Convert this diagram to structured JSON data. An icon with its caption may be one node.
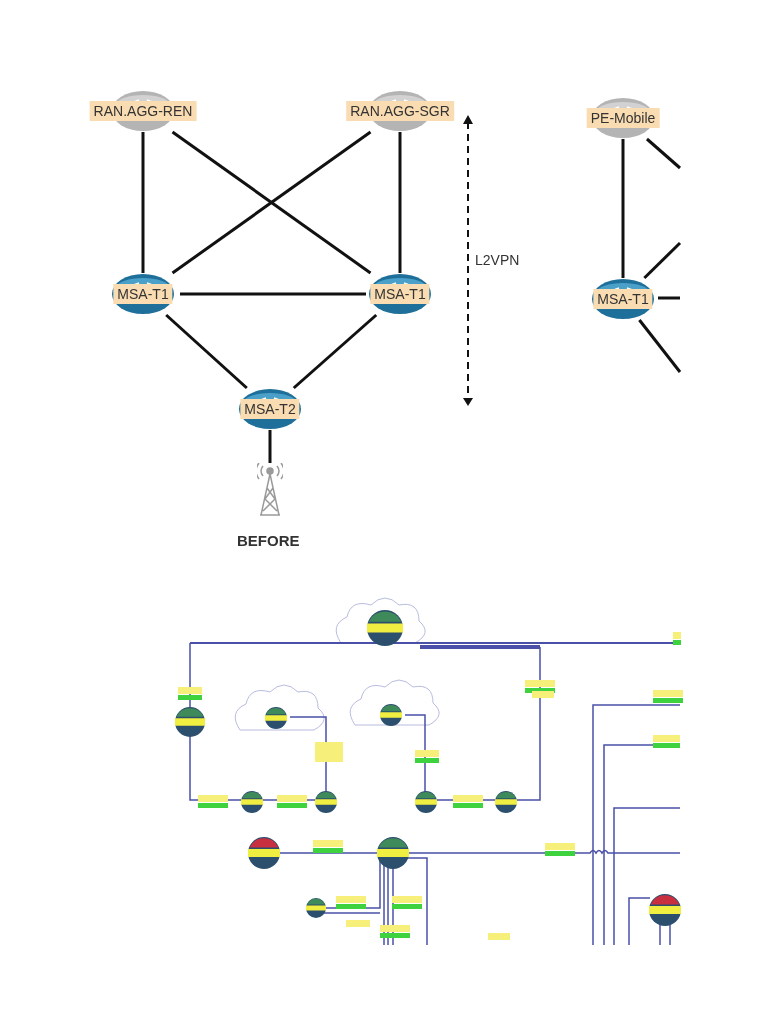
{
  "diagram": {
    "nodes": [
      {
        "text": [
          "RAN.AGG-REN"
        ]
      },
      {
        "text": [
          "RAN.AGG-SGR"
        ]
      },
      {
        "text": [
          "PE-Mobile"
        ]
      },
      {
        "text": [
          "MSA-T1"
        ]
      },
      {
        "text": [
          "MSA-T1"
        ]
      },
      {
        "text": [
          "MSA-T1"
        ]
      },
      {
        "text": [
          "MSA-T2"
        ]
      },
      {
        "text": [],
        "shape": "tower"
      }
    ],
    "edges": [
      {
        "from": 0,
        "to": 3,
        "arrow": "none"
      },
      {
        "from": 0,
        "to": 4,
        "arrow": "none"
      },
      {
        "from": 1,
        "to": 3,
        "arrow": "none"
      },
      {
        "from": 1,
        "to": 4,
        "arrow": "none"
      },
      {
        "from": 3,
        "to": 4,
        "arrow": "none"
      },
      {
        "from": 3,
        "to": 6,
        "arrow": "none"
      },
      {
        "from": 4,
        "to": 6,
        "arrow": "none"
      },
      {
        "from": 6,
        "to": 7,
        "arrow": "none"
      },
      {
        "from": 2,
        "to": 5,
        "arrow": "none"
      },
      {
        "from": 2,
        "to": null,
        "arrow": "none"
      },
      {
        "from": 5,
        "to": null,
        "arrow": "none"
      },
      {
        "from": 5,
        "to": null,
        "arrow": "none"
      },
      {
        "from": 5,
        "to": null,
        "arrow": "none"
      }
    ],
    "labels": [
      "L2VPN",
      "BEFORE"
    ]
  }
}
